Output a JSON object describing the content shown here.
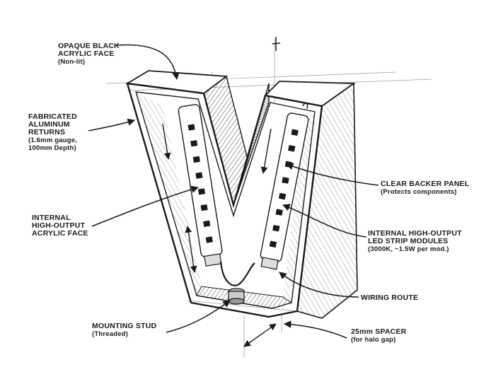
{
  "labels": {
    "face": {
      "title": [
        "OPAQUE BLACK",
        "ACRYLIC FACE"
      ],
      "sub": [
        "(Non-lit)"
      ]
    },
    "returns": {
      "title": [
        "FABRICATED",
        "ALUMINUM",
        "RETURNS"
      ],
      "sub": [
        "(1.6mm gauge,",
        "100mm Depth)"
      ]
    },
    "internal_face": {
      "title": [
        "INTERNAL",
        "HIGH-OUTPUT",
        "ACRYLIC FACE"
      ],
      "sub": []
    },
    "stud": {
      "title": [
        "MOUNTING STUD"
      ],
      "sub": [
        "(Threaded)"
      ]
    },
    "backer": {
      "title": [
        "CLEAR BACKER PANEL"
      ],
      "sub": [
        "(Protects components)"
      ]
    },
    "led": {
      "title": [
        "INTERNAL HIGH-OUTPUT",
        "LED STRIP MODULES"
      ],
      "sub": [
        "(3000K, ~1.5W per mod.)"
      ]
    },
    "wiring": {
      "title": [
        "WIRING ROUTE"
      ],
      "sub": []
    },
    "spacer": {
      "title": [
        "25mm SPACER"
      ],
      "sub": [
        "(for halo gap)"
      ]
    }
  },
  "colors": {
    "ink": "#1a1a1a",
    "shade": "#555555",
    "paper": "#ffffff"
  }
}
